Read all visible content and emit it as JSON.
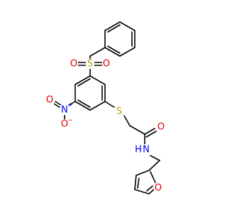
{
  "molecule": {
    "atoms": [
      {
        "id": "S1",
        "label": "S",
        "color": "#b8a000",
        "name": "sulfonyl-sulfur"
      },
      {
        "id": "O1",
        "label": "O",
        "color": "#e00000",
        "name": "sulfonyl-oxygen-left"
      },
      {
        "id": "O2",
        "label": "O",
        "color": "#e00000",
        "name": "sulfonyl-oxygen-right"
      },
      {
        "id": "S2",
        "label": "S",
        "color": "#b8a000",
        "name": "thioether-sulfur"
      },
      {
        "id": "N1",
        "label": "N",
        "color": "#0000ff",
        "name": "nitro-nitrogen",
        "charge": "+"
      },
      {
        "id": "O3",
        "label": "O",
        "color": "#e00000",
        "name": "nitro-oxygen-double"
      },
      {
        "id": "O4",
        "label": "O",
        "color": "#e00000",
        "name": "nitro-oxygen-single",
        "charge": "−"
      },
      {
        "id": "O5",
        "label": "O",
        "color": "#e00000",
        "name": "carbonyl-oxygen"
      },
      {
        "id": "N2",
        "label": "N",
        "color": "#0000ff",
        "name": "amide-nitrogen",
        "hydrogen": "H"
      },
      {
        "id": "O6",
        "label": "O",
        "color": "#e00000",
        "name": "furan-oxygen"
      }
    ]
  }
}
